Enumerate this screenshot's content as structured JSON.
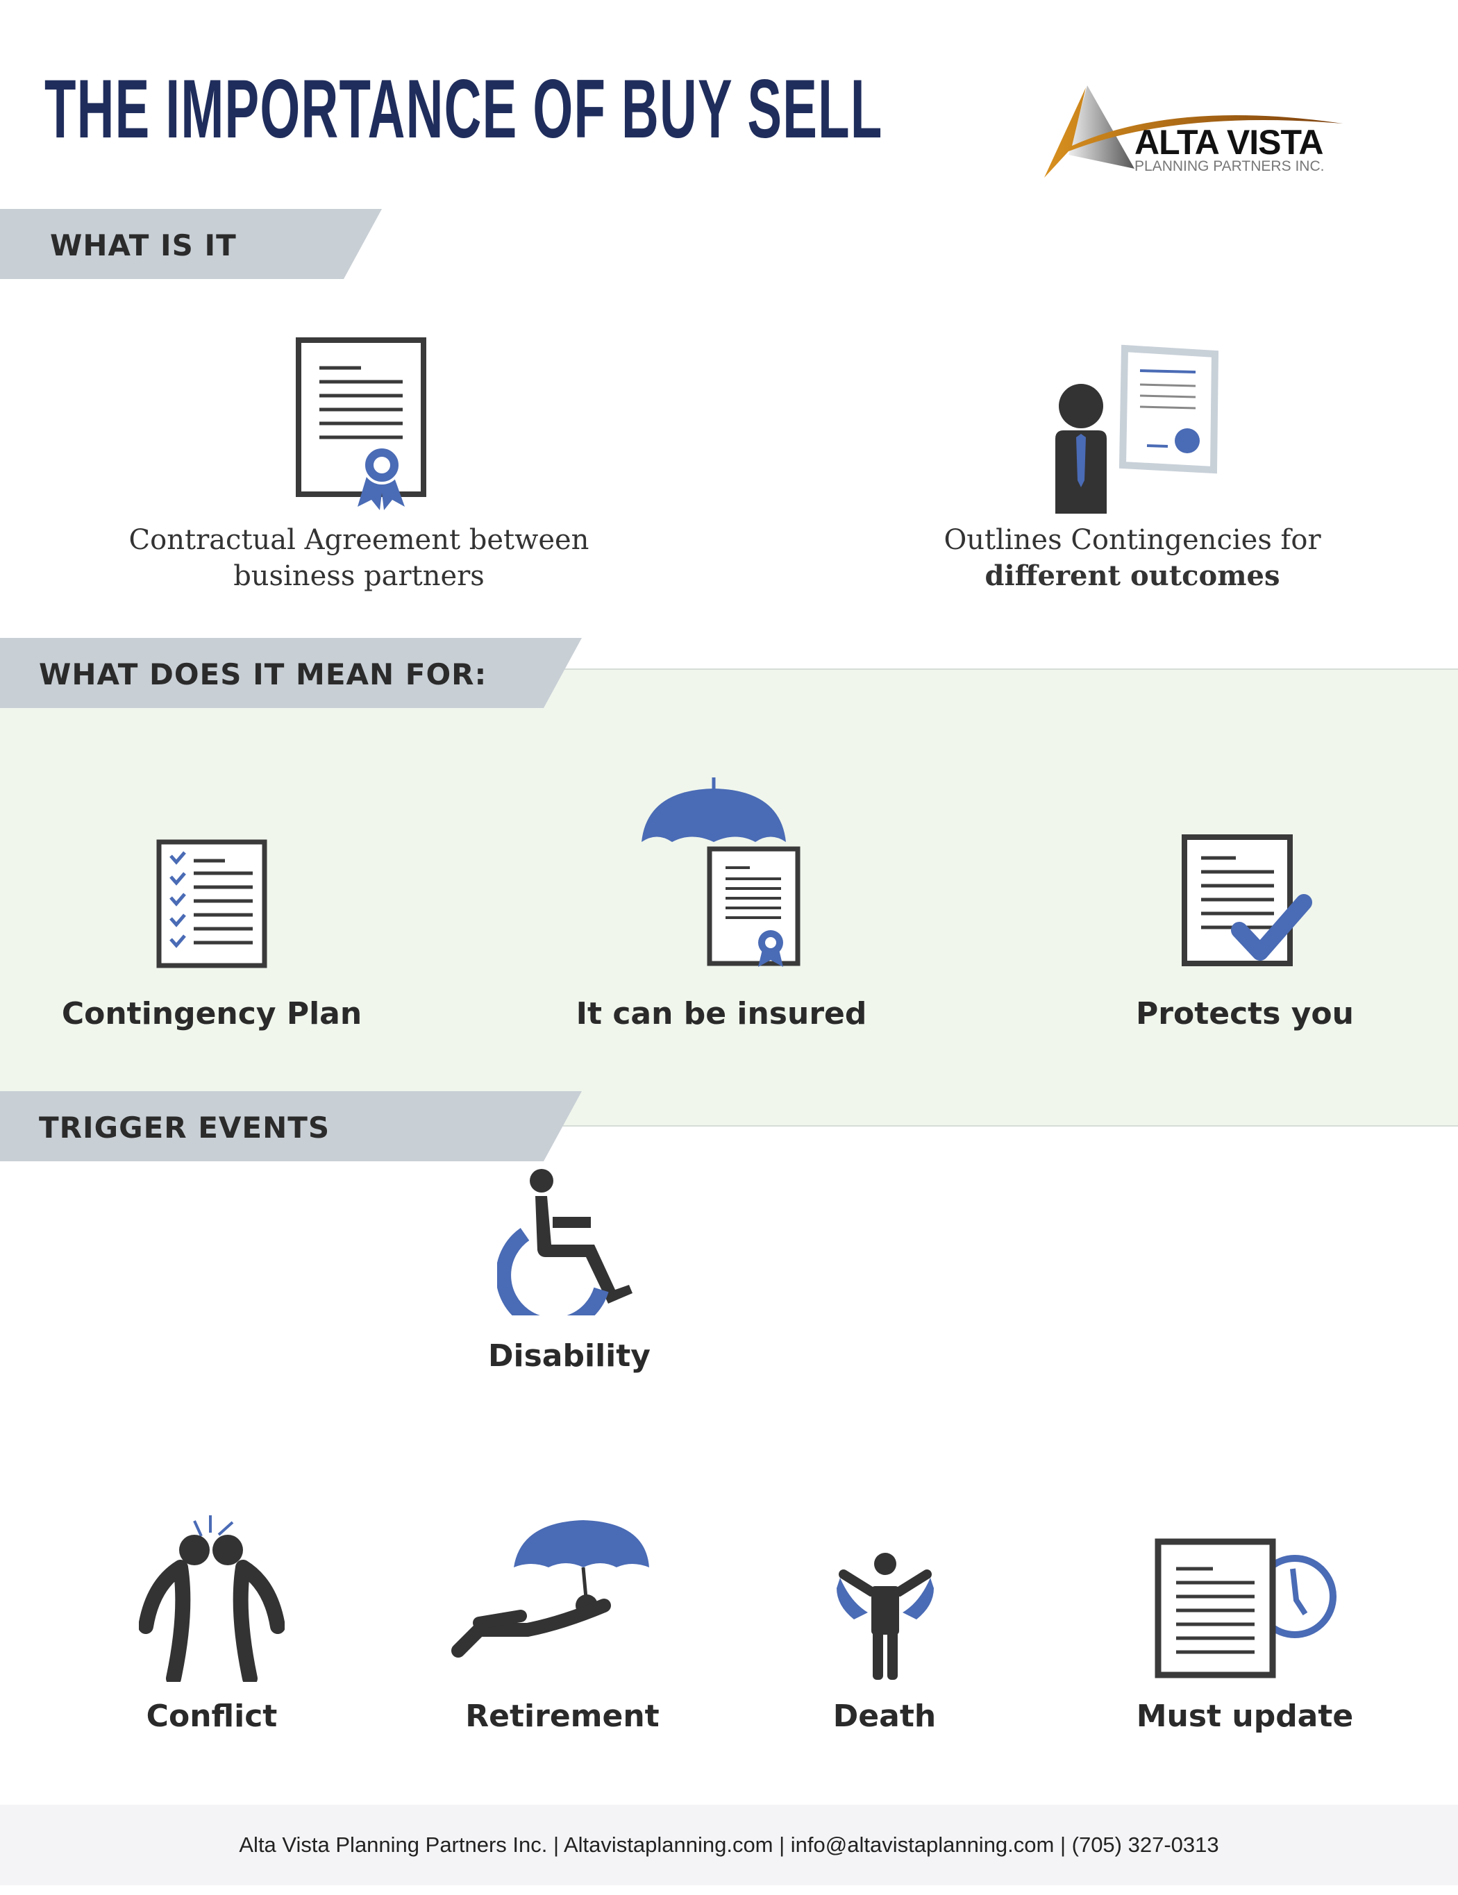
{
  "title": "THE IMPORTANCE OF BUY SELL",
  "logo": {
    "name": "ALTA VISTA",
    "sub": "PLANNING PARTNERS INC."
  },
  "sections": {
    "what_is_it": {
      "heading": "WHAT IS IT",
      "items": [
        {
          "line1": "Contractual Agreement between",
          "line2": "business partners"
        },
        {
          "line1": "Outlines Contingencies for",
          "line2": "different outcomes"
        }
      ]
    },
    "what_means": {
      "heading": "WHAT DOES IT MEAN FOR:",
      "items": [
        "Contingency Plan",
        "It can be insured",
        "Protects you"
      ]
    },
    "triggers": {
      "heading": "TRIGGER EVENTS",
      "items": [
        "Disability",
        "Conflict",
        "Retirement",
        "Death",
        "Must update"
      ]
    }
  },
  "footer": "Alta Vista Planning Partners Inc. | Altavistaplanning.com | info@altavistaplanning.com | (705) 327-0313",
  "colors": {
    "accent": "#4a6bb5",
    "dark": "#333333",
    "title": "#1f2d5c",
    "banner": "#c8cfd5",
    "green": "#f0f6ec"
  }
}
